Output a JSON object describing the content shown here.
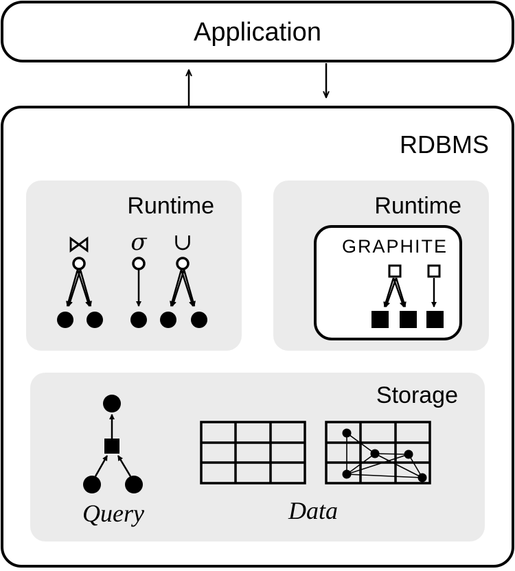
{
  "application": {
    "label": "Application"
  },
  "rdbms": {
    "label": "RDBMS",
    "runtime_left": {
      "label": "Runtime",
      "operators": [
        {
          "symbol": "⋈"
        },
        {
          "symbol": "σ"
        },
        {
          "symbol": "∪"
        }
      ]
    },
    "runtime_right": {
      "label": "Runtime",
      "graphite": {
        "label": "GRAPHITE"
      }
    },
    "storage": {
      "label": "Storage",
      "query_label": "Query",
      "data_label": "Data"
    }
  },
  "colors": {
    "panel_fill": "#ebebeb",
    "stroke": "#000000",
    "background": "#ffffff"
  },
  "icons": [
    "arrow-up-icon",
    "arrow-down-icon",
    "table-grid-icon",
    "graph-on-table-icon"
  ]
}
